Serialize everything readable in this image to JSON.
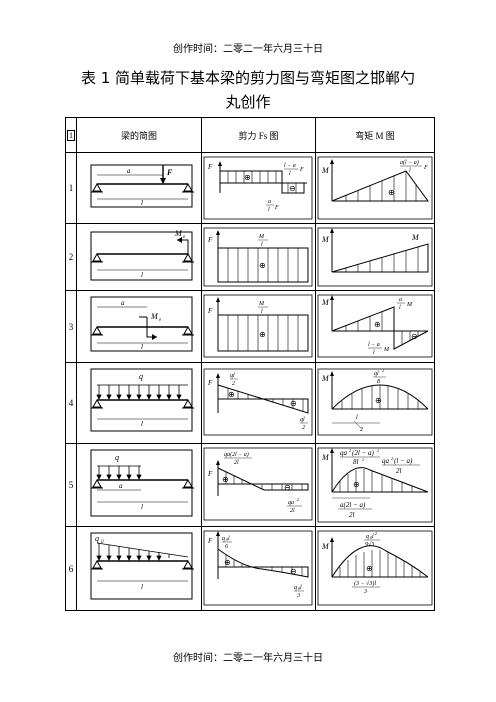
{
  "header": {
    "text": "创作时间：二零二一年六月三十日"
  },
  "footer": {
    "text": "创作时间：二零二一年六月三十日"
  },
  "title": {
    "line1": "表 1  简单载荷下基本梁的剪力图与弯矩图之邯郸勺",
    "line2": "丸创作"
  },
  "table": {
    "corner": "1",
    "col_beam": "梁的简图",
    "col_shear": "剪力 Fs 图",
    "col_moment": "弯矩 M 图",
    "rows": [
      {
        "index": "1"
      },
      {
        "index": "2"
      },
      {
        "index": "3"
      },
      {
        "index": "4"
      },
      {
        "index": "5"
      },
      {
        "index": "6"
      }
    ]
  },
  "labels": {
    "a": "a",
    "l": "l",
    "F": "F",
    "Fs": "F",
    "s": "s",
    "M": "M",
    "Me": "M",
    "e": "e",
    "q": "q",
    "q0": "q",
    "zero": "0",
    "r1_shear_top": "l − a",
    "r1_shear_top_den": "l",
    "r1_shear_bot": "a",
    "r1_shear_bot_den": "l",
    "r1_moment": "a(l − a)",
    "r1_moment_den": "l",
    "r2_shear": "M",
    "r2_shear_den": "l",
    "r2_moment_end": "M",
    "r3_shear": "M",
    "r3_shear_den": "l",
    "r3_moment_top": "a",
    "r3_moment_top_den": "l",
    "r3_moment_bot": "l − a",
    "r3_moment_bot_den": "l",
    "r4_shear_top": "ql",
    "r4_shear_top_den": "2",
    "r4_shear_bot": "ql",
    "r4_shear_bot_den": "2",
    "r4_moment_top": "ql",
    "r4_moment_top_sup": "2",
    "r4_moment_top_den": "8",
    "r4_moment_pos": "l",
    "r4_moment_pos_den": "2",
    "r5_shear_top": "qa(2l − a)",
    "r5_shear_top_den": "2l",
    "r5_shear_bot": "qa",
    "r5_shear_bot_sup": "2",
    "r5_shear_bot_den": "2l",
    "r5_moment_1": "qa",
    "r5_moment_1_sup": "2",
    "r5_moment_1b": "(2l − a)",
    "r5_moment_1b_sup": "2",
    "r5_moment_1_den": "8l",
    "r5_moment_1_den_sup": "2",
    "r5_moment_2": "qa",
    "r5_moment_2_sup": "2",
    "r5_moment_2b": "(l − a)",
    "r5_moment_2_den": "2l",
    "r5_moment_pos": "a(2l − a)",
    "r5_moment_pos_den": "2l",
    "r6_shear_top": "q",
    "r6_shear_top_l": "l",
    "r6_shear_top_den": "6",
    "r6_shear_bot": "q",
    "r6_shear_bot_l": "l",
    "r6_shear_bot_den": "3",
    "r6_moment_top": "q",
    "r6_moment_top_l": "l",
    "r6_moment_top_sup": "2",
    "r6_moment_top_den": "9√3",
    "r6_moment_pos": "(3 − √3)l",
    "r6_moment_pos_den": "3"
  },
  "symbols": {
    "plus": "⊕",
    "minus": "⊖"
  }
}
